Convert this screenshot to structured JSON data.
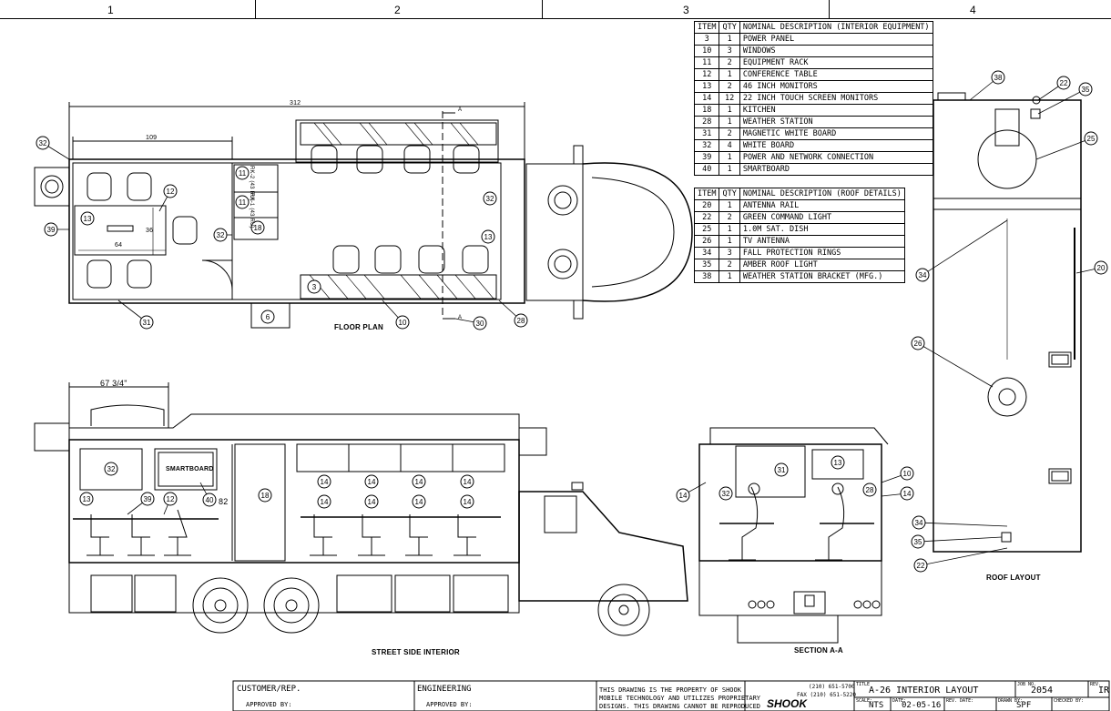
{
  "zones": [
    "1",
    "2",
    "3",
    "4"
  ],
  "interior_table": {
    "headers": [
      "ITEM",
      "QTY",
      "NOMINAL DESCRIPTION (INTERIOR EQUIPMENT)"
    ],
    "rows": [
      [
        "3",
        "1",
        "POWER PANEL"
      ],
      [
        "10",
        "3",
        "WINDOWS"
      ],
      [
        "11",
        "2",
        "EQUIPMENT RACK"
      ],
      [
        "12",
        "1",
        "CONFERENCE TABLE"
      ],
      [
        "13",
        "2",
        "46 INCH MONITORS"
      ],
      [
        "14",
        "12",
        "22 INCH TOUCH SCREEN MONITORS"
      ],
      [
        "18",
        "1",
        "KITCHEN"
      ],
      [
        "28",
        "1",
        "WEATHER STATION"
      ],
      [
        "31",
        "2",
        "MAGNETIC WHITE BOARD"
      ],
      [
        "32",
        "4",
        "WHITE BOARD"
      ],
      [
        "39",
        "1",
        "POWER AND NETWORK CONNECTION"
      ],
      [
        "40",
        "1",
        "SMARTBOARD"
      ]
    ]
  },
  "roof_table": {
    "headers": [
      "ITEM",
      "QTY",
      "NOMINAL DESCRIPTION (ROOF DETAILS)"
    ],
    "rows": [
      [
        "20",
        "1",
        "ANTENNA RAIL"
      ],
      [
        "22",
        "2",
        "GREEN COMMAND LIGHT"
      ],
      [
        "25",
        "1",
        "1.0M SAT. DISH"
      ],
      [
        "26",
        "1",
        "TV ANTENNA"
      ],
      [
        "34",
        "3",
        "FALL PROTECTION RINGS"
      ],
      [
        "35",
        "2",
        "AMBER ROOF LIGHT"
      ],
      [
        "38",
        "1",
        "WEATHER STATION BRACKET (MFG.)"
      ]
    ]
  },
  "floor_plan": {
    "label": "FLOOR PLAN",
    "dim_overall": "312",
    "dim_room": "109",
    "dim_table_w": "64",
    "dim_table_d": "36",
    "section_mark": "A",
    "rack_labels": [
      "RK-2 (43 RU)",
      "RK-1 (43 RU)"
    ]
  },
  "street_side": {
    "label": "STREET SIDE INTERIOR",
    "dim_top": "67 3/4\"",
    "dim_height": "82",
    "smartboard_label": "SMARTBOARD"
  },
  "section": {
    "label": "SECTION A-A"
  },
  "roof": {
    "label": "ROOF LAYOUT"
  },
  "title_block": {
    "customer_label": "CUSTOMER/REP.",
    "engineering_label": "ENGINEERING",
    "approved_by": "APPROVED BY:",
    "notice": [
      "THIS DRAWING IS THE PROPERTY OF SHOOK",
      "MOBILE TECHNOLOGY AND UTILIZES PROPRIETARY",
      "DESIGNS. THIS DRAWING CANNOT BE REPRODUCED"
    ],
    "phone": "(210) 651-5700",
    "fax": "FAX (210) 651-5220",
    "logo": "SHOOK",
    "title_label": "TITLE",
    "title": "A-26 INTERIOR LAYOUT",
    "job_label": "JOB NO.",
    "job_no": "2054",
    "rev_label": "REV.",
    "rev": "IR",
    "scale_label": "SCALE:",
    "scale": "NTS",
    "date_label": "DATE:",
    "date": "02-05-16",
    "rev_date_label": "REV. DATE:",
    "drawn_label": "DRAWN BY:",
    "drawn": "SPF",
    "checked_label": "CHECKED BY:"
  }
}
